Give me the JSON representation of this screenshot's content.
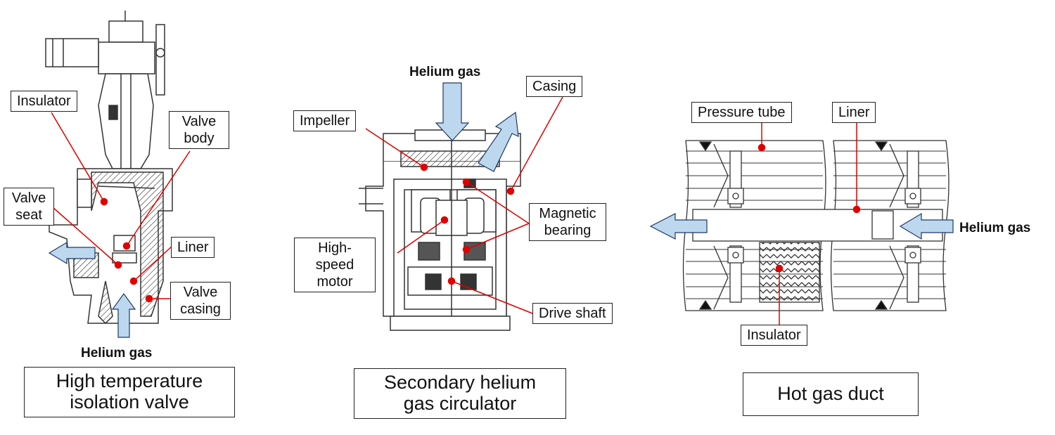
{
  "valve": {
    "labels": {
      "insulator": "Insulator",
      "valve_body": "Valve\nbody",
      "valve_seat": "Valve\nseat",
      "liner": "Liner",
      "valve_casing": "Valve\ncasing"
    },
    "flow_label": "Helium gas",
    "caption": "High temperature\nisolation valve"
  },
  "circulator": {
    "labels": {
      "casing": "Casing",
      "impeller": "Impeller",
      "magnetic_bearing": "Magnetic\nbearing",
      "high_speed_motor": "High-speed\nmotor",
      "drive_shaft": "Drive shaft"
    },
    "flow_label": "Helium gas",
    "caption": "Secondary helium\ngas circulator"
  },
  "duct": {
    "labels": {
      "pressure_tube": "Pressure tube",
      "liner": "Liner",
      "insulator": "Insulator"
    },
    "flow_label": "Helium gas",
    "caption": "Hot gas duct"
  },
  "colors": {
    "leader": "#e00000",
    "flow_arrow_fill": "#bdd7ee",
    "flow_arrow_stroke": "#1f3864",
    "line": "#333333"
  }
}
